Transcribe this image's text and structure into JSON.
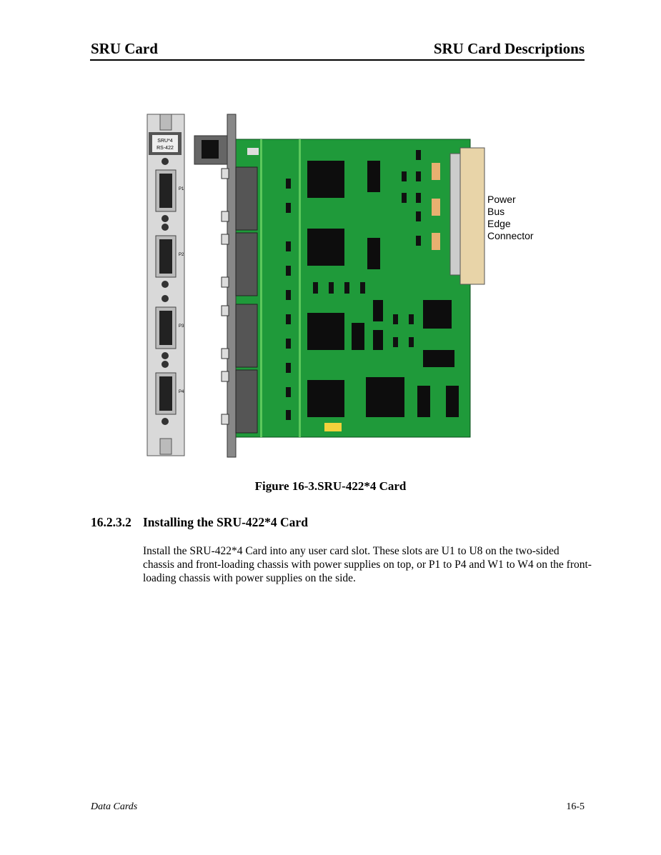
{
  "header": {
    "left": "SRU Card",
    "right": "SRU Card Descriptions"
  },
  "figure": {
    "panel_label_line1": "SRU*4",
    "panel_label_line2": "RS-422",
    "ports": [
      "P1",
      "P2",
      "P3",
      "P4"
    ],
    "callout": [
      "Power",
      "Bus",
      "Edge",
      "Connector"
    ],
    "caption": "Figure 16-3.SRU-422*4 Card",
    "colors": {
      "board": "#1f9a3a",
      "panel": "#d9d9d9",
      "connector": "#e8d4a8"
    }
  },
  "section": {
    "number": "16.2.3.2",
    "title": "Installing the SRU-422*4 Card"
  },
  "body": "Install the SRU-422*4 Card into any user card slot. These slots are U1 to U8 on the two-sided chassis and front-loading chassis with power supplies on top, or P1 to P4 and W1 to W4 on the front-loading chassis with power supplies on the side.",
  "footer": {
    "left": "Data Cards",
    "right": "16-5"
  }
}
